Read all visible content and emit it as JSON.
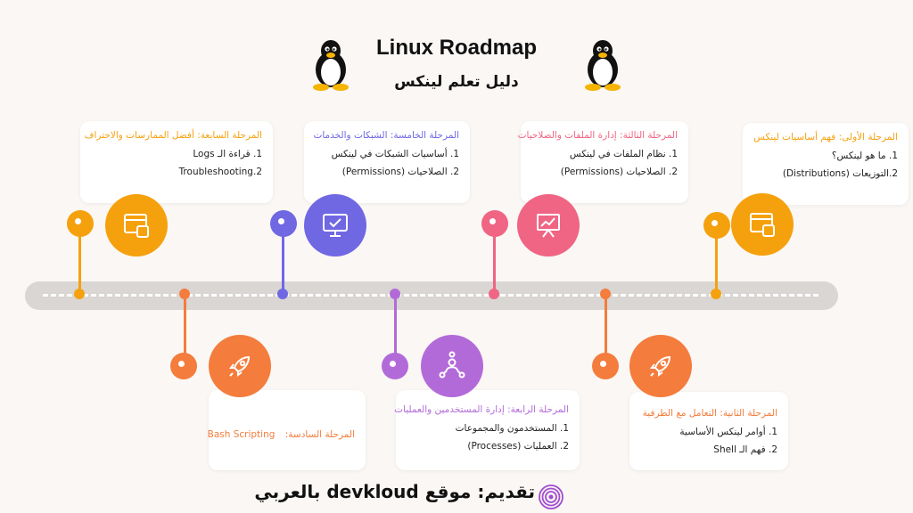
{
  "header": {
    "title": "Linux Roadmap",
    "subtitle": "دليل تعلم لينكس"
  },
  "colors": {
    "stage1": "#f5a10e",
    "stage2": "#f47c3c",
    "stage3": "#f06584",
    "stage4": "#b36ad9",
    "stage5": "#7067e3",
    "stage6": "#f47c3c",
    "stage7": "#f5a10e"
  },
  "stages": {
    "s1": {
      "title": "المرحلة الأولى: فهم أساسيات لينكس",
      "items": [
        "1. ما هو لينكس؟",
        "2.التوزيعات (Distributions)"
      ],
      "icon": "window-puzzle-icon"
    },
    "s2": {
      "title": "المرحلة الثانية: التعامل مع الطرفية",
      "items": [
        "1. أوامر لينكس الأساسية",
        "2. فهم الـ Shell"
      ],
      "icon": "rocket-icon"
    },
    "s3": {
      "title": "المرحلة الثالثة: إدارة الملفات والصلاحيات",
      "items": [
        "1. نظام الملفات في لينكس",
        "2. الصلاحيات (Permissions)"
      ],
      "icon": "presentation-chart-icon"
    },
    "s4": {
      "title": "المرحلة الرابعة: إدارة المستخدمين والعمليات",
      "items": [
        "1. المستخدمون والمجموعات",
        "2. العمليات (Processes)"
      ],
      "icon": "network-people-icon"
    },
    "s5": {
      "title": "المرحلة الخامسة: الشبكات والخدمات",
      "items": [
        "1. أساسيات الشبكات في لينكس",
        "2. الصلاحيات (Permissions)"
      ],
      "icon": "monitor-check-icon"
    },
    "s6": {
      "title": "المرحلة السادسة:",
      "title_extra": "Bash Scripting",
      "icon": "rocket-icon"
    },
    "s7": {
      "title": "المرحلة السابعة: أفضل الممارسات والاحتراف",
      "items": [
        "1. قراءة الـ Logs",
        "2.Troubleshooting"
      ],
      "icon": "window-puzzle-icon"
    }
  },
  "footer": {
    "text": "تقديم: موقع  devkloud  بالعربي",
    "logo": "spiral-logo"
  }
}
